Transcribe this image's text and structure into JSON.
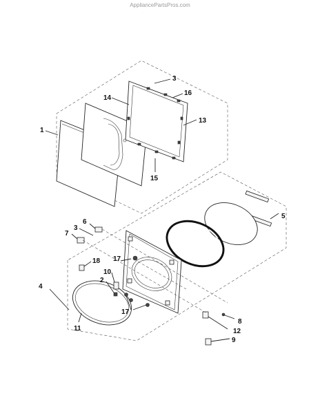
{
  "watermark": "AppliancePartsPros.com",
  "callouts": {
    "c1": "1",
    "c2": "2",
    "c3_top": "3",
    "c3_left": "3",
    "c4": "4",
    "c5": "5",
    "c6": "6",
    "c7": "7",
    "c8": "8",
    "c9": "9",
    "c10": "10",
    "c11": "11",
    "c12": "12",
    "c13": "13",
    "c14": "14",
    "c15": "15",
    "c16": "16",
    "c17_top": "17",
    "c17_bottom": "17",
    "c18": "18"
  }
}
